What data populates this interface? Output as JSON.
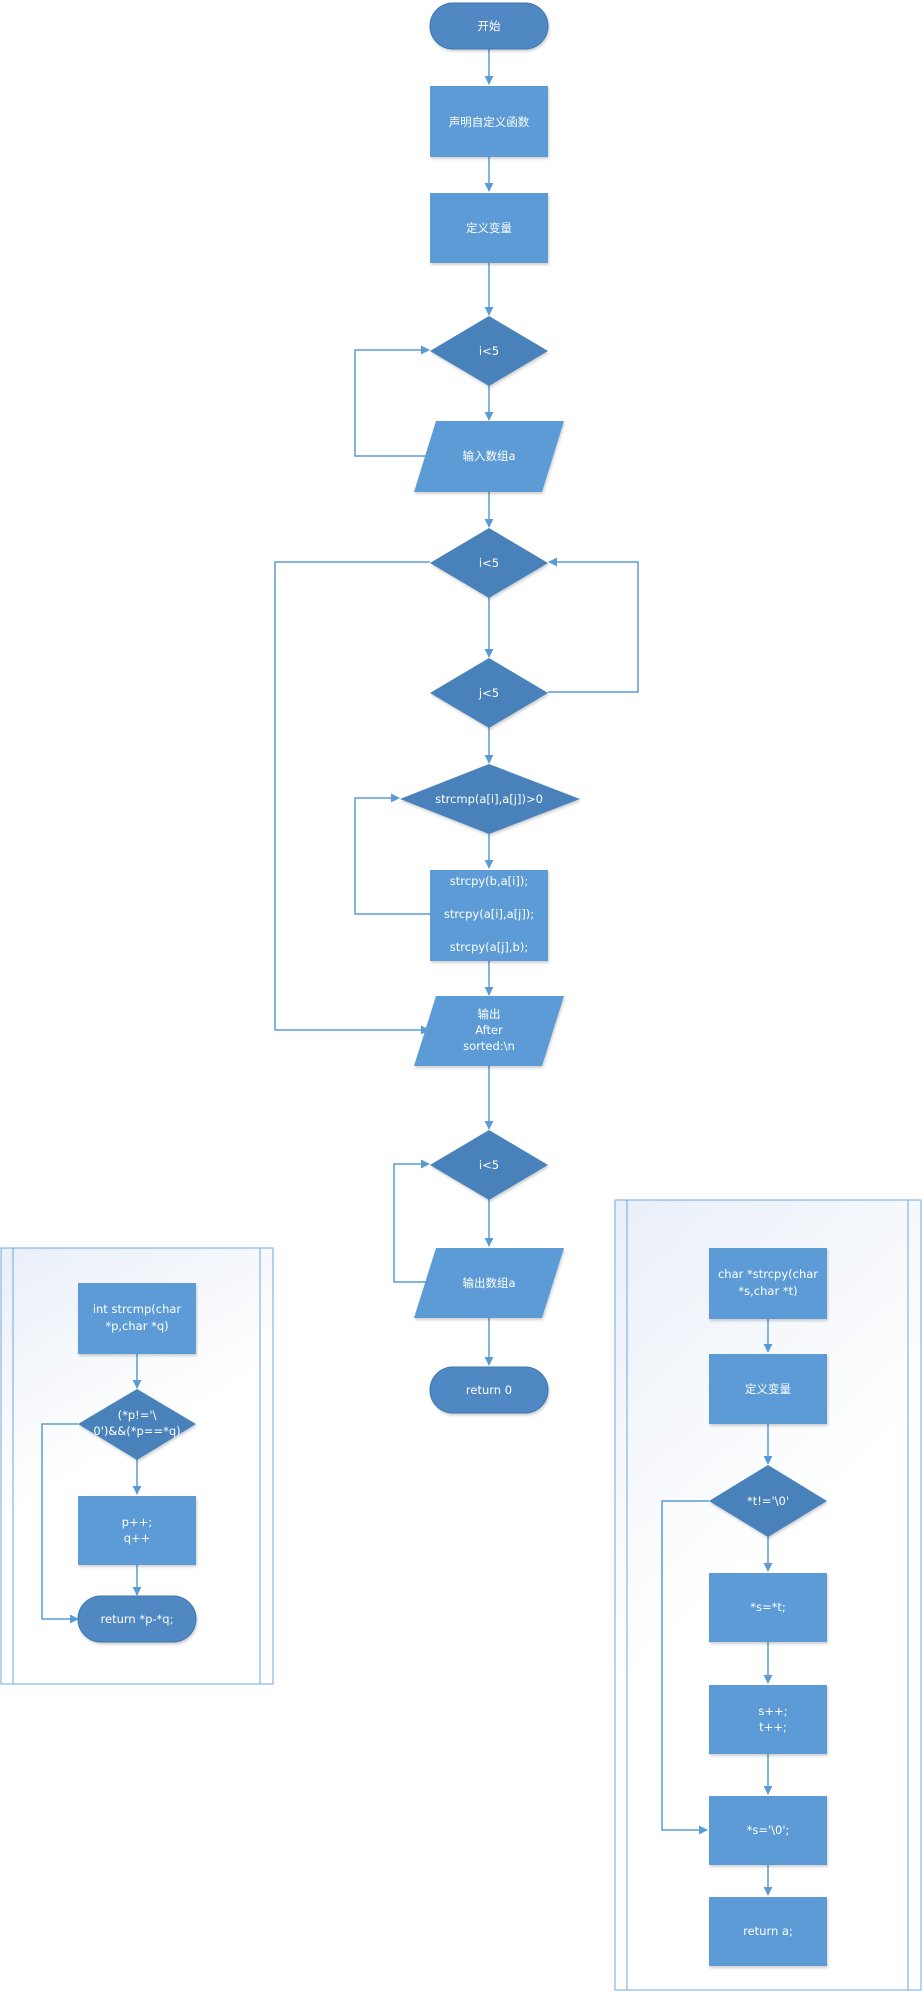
{
  "main_flow": {
    "start": "开始",
    "declare": "声明自定义函数",
    "define_vars": "定义变量",
    "loop1_cond": "i<5",
    "input_array": "输入数组a",
    "loop2_cond": "i<5",
    "loop3_cond": "j<5",
    "compare_cond": "strcmp(a[i],a[j])>0",
    "swap_lines": [
      "strcpy(b,a[i]);",
      "strcpy(a[i],a[j]);",
      "strcpy(a[j],b);"
    ],
    "output_header_lines": [
      "输出",
      "After",
      "sorted:\\n"
    ],
    "loop4_cond": "i<5",
    "output_array": "输出数组a",
    "end": "return 0"
  },
  "strcmp_flow": {
    "header_lines": [
      "int strcmp(char",
      "*p,char *q)"
    ],
    "cond_lines": [
      "(*p!='\\",
      "0')&&(*p==*q)"
    ],
    "body_lines": [
      "p++;",
      "q++"
    ],
    "end": "return *p-*q;"
  },
  "strcpy_flow": {
    "header_lines": [
      "char *strcpy(char",
      "*s,char *t)"
    ],
    "define_vars": "定义变量",
    "cond": "*t!='\\0'",
    "assign": "*s=*t;",
    "increment_lines": [
      "s++;",
      "t++;"
    ],
    "terminate": "*s='\\0';",
    "end": "return a;"
  },
  "colors": {
    "process": "#5b9bd5",
    "decision": "#4a82bb",
    "terminator": "#4f88c2",
    "connector": "#5b9bd5",
    "panel_border": "#6fa8dc",
    "panel_fill_top": "#e9eff8"
  }
}
